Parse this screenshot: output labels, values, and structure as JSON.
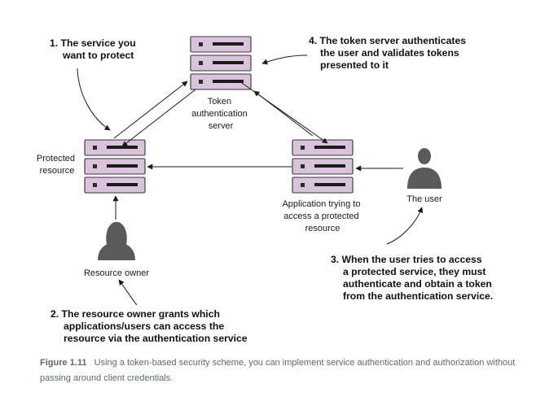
{
  "nodes": {
    "token_server": {
      "label_lines": [
        "Token",
        "authentication",
        "server"
      ]
    },
    "protected_resource": {
      "label_lines": [
        "Protected",
        "resource"
      ]
    },
    "application": {
      "label_lines": [
        "Application trying to",
        "access a protected",
        "resource"
      ]
    },
    "user": {
      "label": "The user"
    },
    "resource_owner": {
      "label": "Resource owner"
    }
  },
  "callouts": [
    {
      "lines": [
        "1. The service you",
        "want to protect"
      ]
    },
    {
      "lines": [
        "2. The resource owner grants which",
        "applications/users can access the",
        "resource via the authentication service"
      ]
    },
    {
      "lines": [
        "3. When the user tries to access",
        "a protected service, they must",
        "authenticate and obtain a token",
        "from the authentication service."
      ]
    },
    {
      "lines": [
        "4. The token server authenticates",
        "the user and validates tokens",
        "presented to it"
      ]
    }
  ],
  "caption": {
    "figure_label": "Figure 1.11",
    "text": "Using a token-based security scheme, you can implement service authentication and authorization without passing around client credentials."
  },
  "colors": {
    "server_fill": "#d9c4dc",
    "caption_text": "#5a6a72"
  }
}
